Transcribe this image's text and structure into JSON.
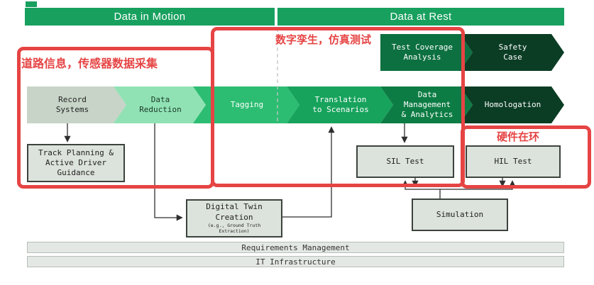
{
  "colors": {
    "header_green": "#18a05f",
    "box_fill": "#dce2dc",
    "box_border": "#3c433c",
    "bar_fill": "#e4e8e4"
  },
  "headers": {
    "data_in_motion": "Data in Motion",
    "data_at_rest": "Data at Rest"
  },
  "pipeline": {
    "main": [
      {
        "label": "Record Systems",
        "color": "#c7d4c7",
        "text_color": "#232323"
      },
      {
        "label": "Data Reduction",
        "color": "#90e2b4",
        "text_color": "#1c3a28"
      },
      {
        "label": "Tagging",
        "color": "#2cbd72",
        "text_color": "#ffffff"
      },
      {
        "label": "Translation to Scenarios",
        "color": "#17a35c",
        "text_color": "#ffffff"
      },
      {
        "label": "Data Management & Analytics",
        "color": "#0d7c44",
        "text_color": "#ffffff"
      },
      {
        "label": "Homologation",
        "color": "#0b3d25",
        "text_color": "#ffffff"
      }
    ],
    "top": [
      {
        "label": "Test Coverage Analysis",
        "color": "#0d7040",
        "text_color": "#ffffff"
      },
      {
        "label": "Safety Case",
        "color": "#0b3d25",
        "text_color": "#ffffff"
      }
    ]
  },
  "boxes": {
    "track_planning": "Track Planning & Active Driver Guidance",
    "sil_test": "SIL Test",
    "hil_test": "HIL Test",
    "digital_twin_title": "Digital Twin Creation",
    "digital_twin_sub": "(e.g., Ground Truth Extraction)",
    "simulation": "Simulation"
  },
  "footer": {
    "requirements": "Requirements Management",
    "infrastructure": "IT Infrastructure"
  },
  "annotations": {
    "accent_color": "#e64444",
    "left_label": "道路信息，传感器数据采集",
    "middle_label": "数字孪生，仿真测试",
    "right_label": "硬件在环"
  }
}
